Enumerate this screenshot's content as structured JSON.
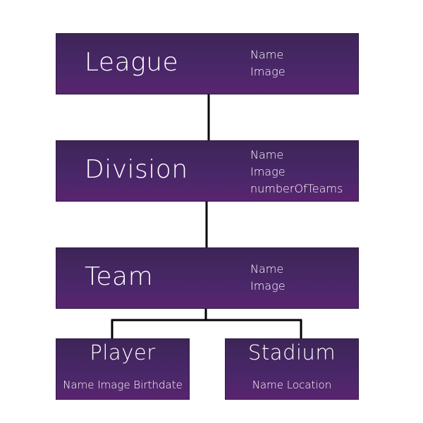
{
  "nodes": {
    "league": {
      "title": "League",
      "attrs": [
        "Name",
        "Image"
      ]
    },
    "division": {
      "title": "Division",
      "attrs": [
        "Name",
        "Image",
        "numberOfTeams"
      ]
    },
    "team": {
      "title": "Team",
      "attrs": [
        "Name",
        "Image"
      ]
    },
    "player": {
      "title": "Player",
      "attrs_line": "Name Image Birthdate"
    },
    "stadium": {
      "title": "Stadium",
      "attrs_line": "Name Location"
    }
  },
  "colors": {
    "box_top": "#3d2557",
    "box_bottom": "#59246f",
    "text": "#ffffff",
    "connector": "#000000"
  }
}
